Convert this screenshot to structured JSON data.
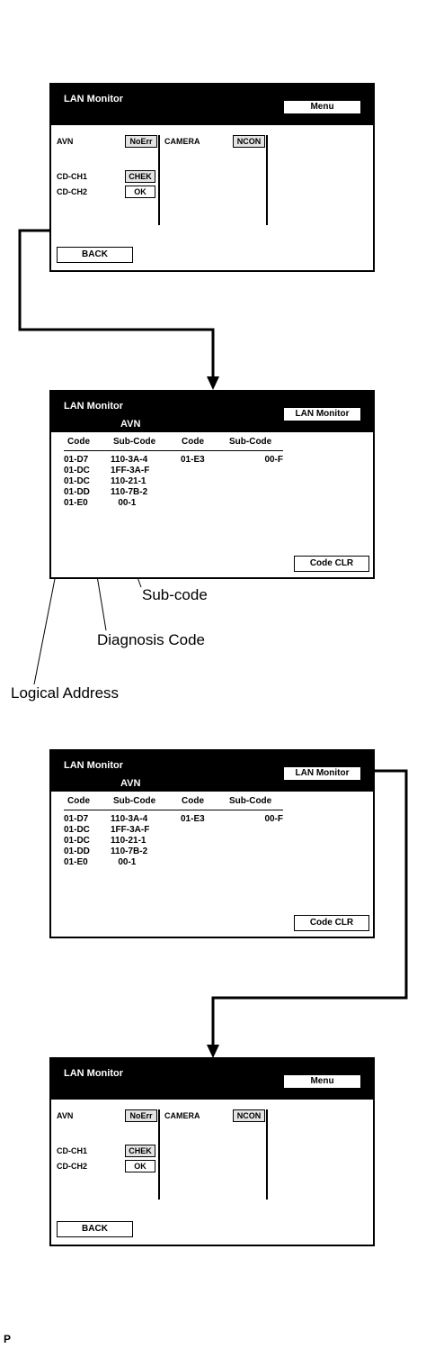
{
  "screen1": {
    "title": "LAN Monitor",
    "menu_label": "Menu",
    "rows": [
      {
        "label": "AVN",
        "status": "NoErr"
      },
      {
        "label": "CD-CH1",
        "status": "CHEK"
      },
      {
        "label": "CD-CH2",
        "status": "OK"
      }
    ],
    "camera": {
      "label": "CAMERA",
      "status": "NCON"
    },
    "back_label": "BACK"
  },
  "screen2": {
    "title": "LAN Monitor",
    "subtitle": "AVN",
    "header_button": "LAN Monitor",
    "columns": [
      "Code",
      "Sub-Code",
      "Code",
      "Sub-Code"
    ],
    "rows": [
      [
        "01-D7",
        "110-3A-4",
        "01-E3",
        "00-F"
      ],
      [
        "01-DC",
        "1FF-3A-F",
        "",
        ""
      ],
      [
        "01-DC",
        "110-21-1",
        "",
        ""
      ],
      [
        "01-DD",
        "110-7B-2",
        "",
        ""
      ],
      [
        "01-E0",
        "   00-1",
        "",
        ""
      ]
    ],
    "clear_label": "Code CLR"
  },
  "callouts": {
    "sub_code": "Sub-code",
    "diagnosis_code": "Diagnosis Code",
    "logical_address": "Logical Address"
  },
  "screen3": {
    "title": "LAN Monitor",
    "subtitle": "AVN",
    "header_button": "LAN Monitor",
    "columns": [
      "Code",
      "Sub-Code",
      "Code",
      "Sub-Code"
    ],
    "rows": [
      [
        "01-D7",
        "110-3A-4",
        "01-E3",
        "00-F"
      ],
      [
        "01-DC",
        "1FF-3A-F",
        "",
        ""
      ],
      [
        "01-DC",
        "110-21-1",
        "",
        ""
      ],
      [
        "01-DD",
        "110-7B-2",
        "",
        ""
      ],
      [
        "01-E0",
        "   00-1",
        "",
        ""
      ]
    ],
    "clear_label": "Code CLR"
  },
  "screen4": {
    "title": "LAN Monitor",
    "menu_label": "Menu",
    "rows": [
      {
        "label": "AVN",
        "status": "NoErr"
      },
      {
        "label": "CD-CH1",
        "status": "CHEK"
      },
      {
        "label": "CD-CH2",
        "status": "OK"
      }
    ],
    "camera": {
      "label": "CAMERA",
      "status": "NCON"
    },
    "back_label": "BACK"
  },
  "footer": "P"
}
